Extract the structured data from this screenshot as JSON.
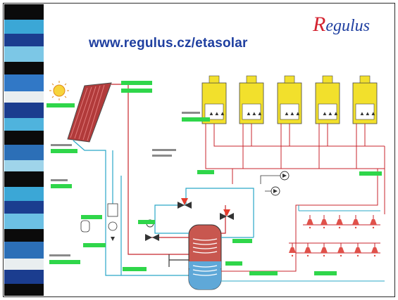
{
  "header": {
    "url": "www.regulus.cz/etasolar",
    "logo_initial": "R",
    "logo_rest": "egulus"
  },
  "colors": {
    "url_blue": "#1f3fa0",
    "logo_red": "#d42330",
    "label_green": "#2fd64a",
    "pipe_red": "#c8262c",
    "pipe_cyan": "#2aa7c7",
    "boiler_yellow": "#f2e02c"
  },
  "icons": [
    "sun-icon",
    "solar-collector-icon",
    "boiler-icon",
    "storage-tank-icon",
    "pump-icon",
    "three-way-valve-icon",
    "shower-icon",
    "expansion-vessel-icon"
  ]
}
